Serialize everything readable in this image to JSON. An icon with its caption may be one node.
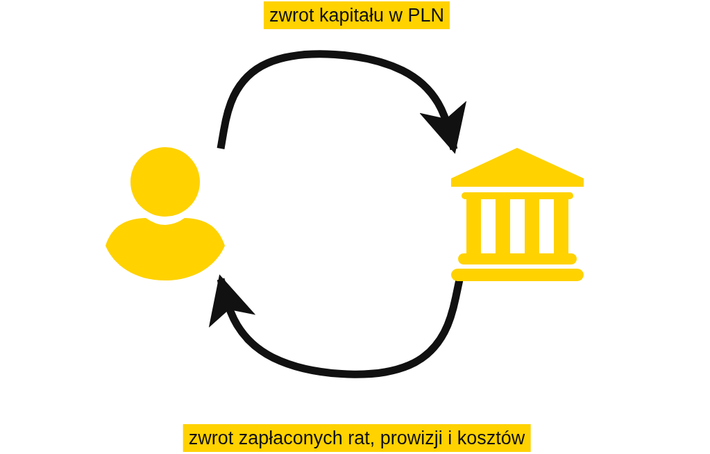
{
  "diagram": {
    "nodes": [
      {
        "text": [],
        "shape": "person"
      },
      {
        "text": [],
        "shape": "picture"
      }
    ],
    "edges": [
      {
        "from": 0,
        "to": 1,
        "arrow": "to",
        "label": "zwrot kapitału w PLN"
      },
      {
        "from": 1,
        "to": 0,
        "arrow": "to",
        "label": "zwrot zapłaconych rat, prowizji i kosztów"
      }
    ]
  }
}
